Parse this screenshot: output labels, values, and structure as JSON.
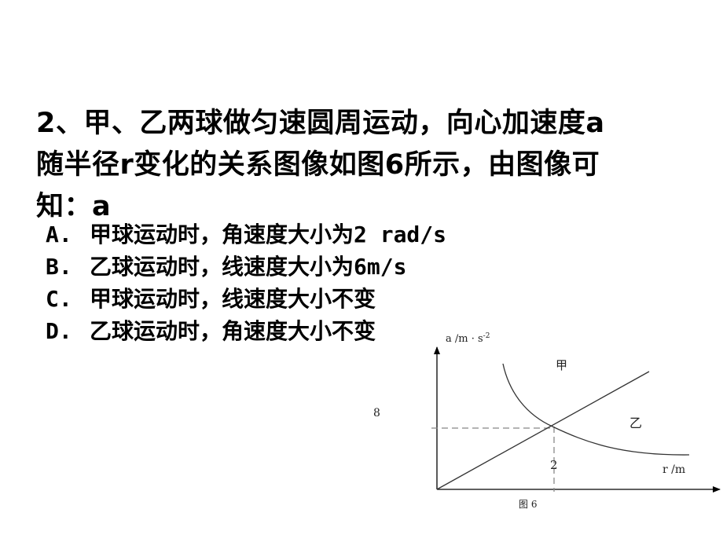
{
  "question": {
    "number": "2",
    "lines": [
      "2、甲、乙两球做匀速圆周运动，向心加速度a",
      "随半径r变化的关系图像如图6所示，由图像可",
      "知：a"
    ]
  },
  "options": [
    {
      "letter": "A.",
      "text": "甲球运动时，角速度大小为2 rad/s"
    },
    {
      "letter": "B.",
      "text": "乙球运动时，线速度大小为6m/s"
    },
    {
      "letter": "C.",
      "text": "甲球运动时，线速度大小不变"
    },
    {
      "letter": "D.",
      "text": "乙球运动时，角速度大小不变"
    }
  ],
  "figure": {
    "caption": "图 6",
    "y_axis_label": "a /m · s",
    "y_axis_label_exp": "-2",
    "x_axis_label": "r /m",
    "y_value_label": "8",
    "x_value_label": "2",
    "curve_label_jia": "甲",
    "line_label_yi": "乙"
  },
  "chart_data": {
    "type": "line",
    "title": "图 6",
    "xlabel": "r /m",
    "ylabel": "a /m·s^-2",
    "annotations": [
      "8",
      "2"
    ],
    "intersection": {
      "r": 2,
      "a": 8
    },
    "series": [
      {
        "name": "甲",
        "shape": "hyperbola a = k/r (a ∝ 1/r)",
        "points": [
          {
            "r": 2,
            "a": 8
          }
        ]
      },
      {
        "name": "乙",
        "shape": "straight line through origin (a ∝ r)",
        "points": [
          {
            "r": 0,
            "a": 0
          },
          {
            "r": 2,
            "a": 8
          }
        ]
      }
    ],
    "grid": false,
    "legend": "inline labels"
  }
}
